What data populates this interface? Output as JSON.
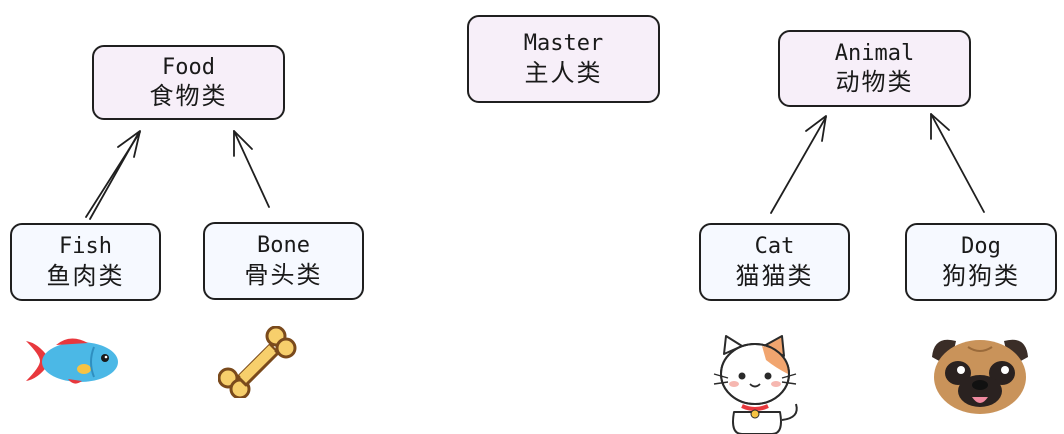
{
  "nodes": {
    "food": {
      "en": "Food",
      "zh": "食物类"
    },
    "master": {
      "en": "Master",
      "zh": "主人类"
    },
    "animal": {
      "en": "Animal",
      "zh": "动物类"
    },
    "fish": {
      "en": "Fish",
      "zh": "鱼肉类"
    },
    "bone": {
      "en": "Bone",
      "zh": "骨头类"
    },
    "cat": {
      "en": "Cat",
      "zh": "猫猫类"
    },
    "dog": {
      "en": "Dog",
      "zh": "狗狗类"
    }
  },
  "colors": {
    "parent_fill": "#f7eff9",
    "child_fill": "#f6f9ff",
    "stroke": "#1f1f1f",
    "fish": "#4bb8e6",
    "fish_fin": "#e8383d",
    "bone": "#f7cf6c",
    "dog_face": "#c9935a",
    "cat_spot": "#f1a56f"
  },
  "icons": [
    "fish-icon",
    "bone-icon",
    "cat-icon",
    "dog-icon"
  ]
}
